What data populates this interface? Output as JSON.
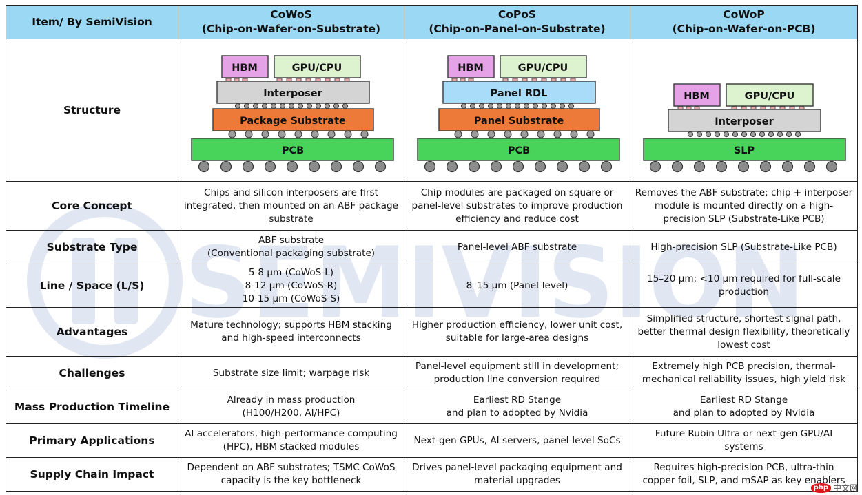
{
  "header": {
    "item_label": "Item/ By SemiVision",
    "columns": [
      {
        "name": "CoWoS",
        "full": "(Chip-on-Wafer-on-Substrate)"
      },
      {
        "name": "CoPoS",
        "full": "(Chip-on-Panel-on-Substrate)"
      },
      {
        "name": "CoWoP",
        "full": "(Chip-on-Wafer-on-PCB)"
      }
    ]
  },
  "structure": {
    "label": "Structure",
    "diagrams": [
      {
        "chip1": "HBM",
        "chip2": "GPU/CPU",
        "layer_mid": "Interposer",
        "layer_sub": "Package Substrate",
        "base": "PCB"
      },
      {
        "chip1": "HBM",
        "chip2": "GPU/CPU",
        "layer_mid": "Panel RDL",
        "layer_sub": "Panel Substrate",
        "base": "PCB"
      },
      {
        "chip1": "HBM",
        "chip2": "GPU/CPU",
        "layer_mid": "Interposer",
        "base": "SLP"
      }
    ],
    "colors": {
      "hbm": "#e6a2e6",
      "gpu": "#ddf3d0",
      "interposer": "#d4d4d4",
      "panel_rdl": "#a9dcf8",
      "substrate": "#ed7a38",
      "pcb": "#48d45a",
      "ball": "#8c8c8c",
      "header": "#9ad8f3"
    }
  },
  "rows": [
    {
      "label": "Core Concept",
      "cells": [
        [
          "Chips and silicon interposers are first",
          "integrated, then mounted on an ABF package",
          "substrate"
        ],
        [
          "Chip modules are packaged on square or",
          "panel-level substrates to improve production",
          "efficiency and reduce cost"
        ],
        [
          "Removes the ABF substrate; chip + interposer",
          "module is mounted directly on a high-",
          "precision SLP (Substrate-Like PCB)"
        ]
      ]
    },
    {
      "label": "Substrate Type",
      "cells": [
        [
          "ABF substrate",
          "(Conventional packaging substrate)"
        ],
        [
          "Panel-level ABF substrate"
        ],
        [
          "High-precision SLP (Substrate-Like PCB)"
        ]
      ]
    },
    {
      "label": "Line / Space (L/S)",
      "cells": [
        [
          "5-8 μm (CoWoS-L)",
          "8-12 μm (CoWoS-R)",
          "10-15 μm (CoWoS-S)"
        ],
        [
          "8–15 μm (Panel-level)"
        ],
        [
          "15–20 μm; <10 μm required for full-scale",
          "production"
        ]
      ]
    },
    {
      "label": "Advantages",
      "cells": [
        [
          "Mature technology; supports HBM stacking",
          "and high-speed interconnects"
        ],
        [
          "Higher production efficiency, lower unit cost,",
          "suitable for large-area designs"
        ],
        [
          "Simplified structure, shortest signal path,",
          "better thermal design flexibility, theoretically",
          "lowest cost"
        ]
      ]
    },
    {
      "label": "Challenges",
      "cells": [
        [
          "Substrate size limit; warpage risk"
        ],
        [
          "Panel-level equipment still in development;",
          "production line conversion required"
        ],
        [
          "Extremely high PCB precision, thermal-",
          "mechanical reliability issues, high yield risk"
        ]
      ]
    },
    {
      "label": "Mass Production Timeline",
      "cells": [
        [
          "Already in mass production",
          "(H100/H200, AI/HPC)"
        ],
        [
          "Earliest RD Stange",
          "and plan to adopted by Nvidia"
        ],
        [
          "Earliest RD Stange",
          "and plan to adopted by Nvidia"
        ]
      ]
    },
    {
      "label": "Primary Applications",
      "cells": [
        [
          "AI accelerators, high-performance computing",
          "(HPC), HBM stacked modules"
        ],
        [
          "Next-gen GPUs, AI servers, panel-level SoCs"
        ],
        [
          "Future Rubin Ultra or next-gen GPU/AI",
          "systems"
        ]
      ]
    },
    {
      "label": "Supply Chain Impact",
      "cells": [
        [
          "Dependent on ABF substrates; TSMC CoWoS",
          "capacity is the key bottleneck"
        ],
        [
          "Drives panel-level packaging equipment and",
          "material upgrades"
        ],
        [
          "Requires high-precision PCB, ultra-thin",
          "copper foil, SLP, and mSAP as key enablers"
        ]
      ]
    }
  ],
  "watermark": {
    "text": "SEMIVISION"
  },
  "brand": {
    "logo": "php",
    "text": "中文网"
  }
}
